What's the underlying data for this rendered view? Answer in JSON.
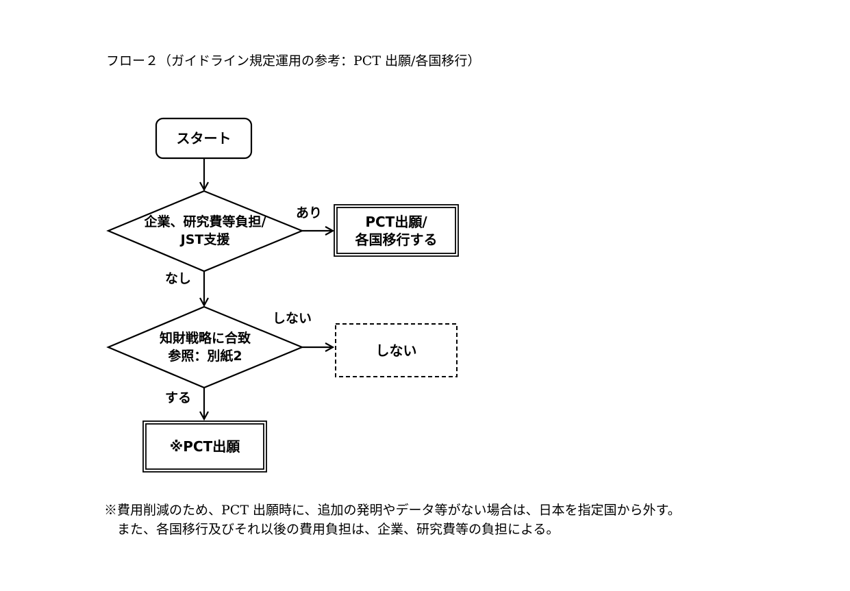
{
  "title": "フロー２（ガイドライン規定運用の参考：PCT 出願/各国移行）",
  "nodes": {
    "start": {
      "label": "スタート"
    },
    "decision1": {
      "line1": "企業、研究費等負担/",
      "line2": "JST支援"
    },
    "pct_national": {
      "line1": "PCT出願/",
      "line2": "各国移行する"
    },
    "decision2": {
      "line1": "知財戦略に合致",
      "line2": "参照：別紙2"
    },
    "no_action": {
      "label": "しない"
    },
    "pct_only": {
      "label": "※PCT出願"
    }
  },
  "edges": {
    "d1_yes": "あり",
    "d1_no": "なし",
    "d2_no": "しない",
    "d2_yes": "する"
  },
  "notes": {
    "line1": "※費用削減のため、PCT 出願時に、追加の発明やデータ等がない場合は、日本を指定国から外す。",
    "line2": "　また、各国移行及びそれ以後の費用負担は、企業、研究費等の負担による。"
  }
}
